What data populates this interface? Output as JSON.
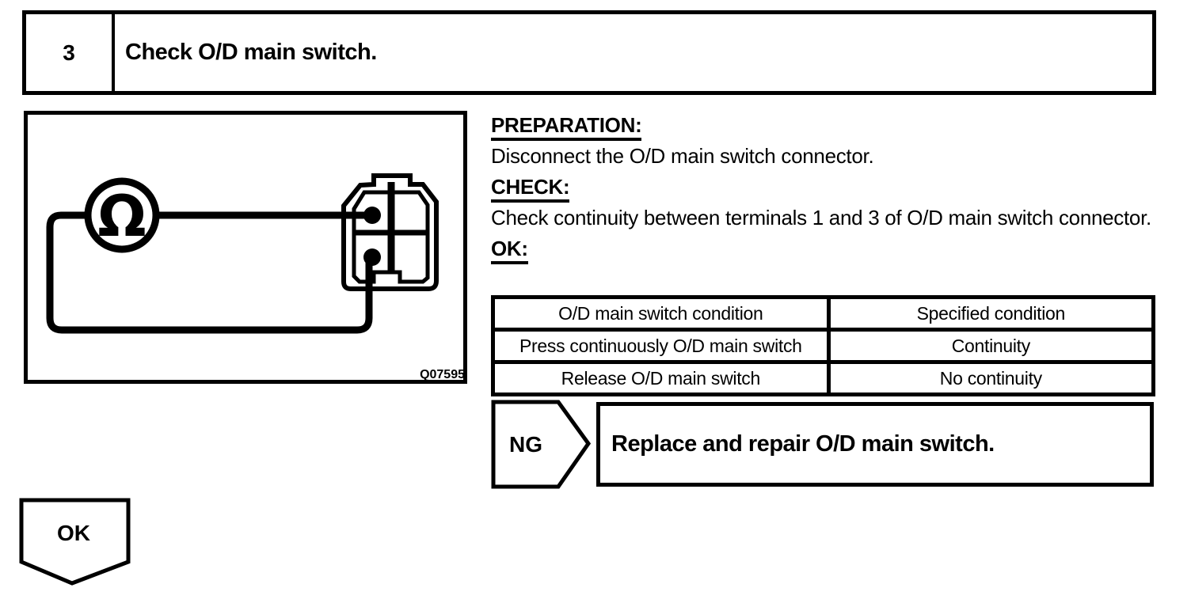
{
  "step": {
    "number": "3",
    "title": "Check O/D main switch."
  },
  "figure": {
    "ohm_symbol": "Ω",
    "code": "Q07595"
  },
  "instructions": {
    "preparation_label": "PREPARATION:",
    "preparation_text": "Disconnect the O/D main switch connector.",
    "check_label": "CHECK:",
    "check_text": "Check continuity between terminals 1 and 3 of O/D main switch connector.",
    "ok_label": "OK:"
  },
  "table": {
    "headers": [
      "O/D main switch condition",
      "Specified condition"
    ],
    "rows": [
      [
        "Press continuously O/D main switch",
        "Continuity"
      ],
      [
        "Release O/D main switch",
        "No continuity"
      ]
    ]
  },
  "ng": {
    "label": "NG",
    "action": "Replace and repair O/D main switch."
  },
  "ok_flow": {
    "label": "OK"
  },
  "colors": {
    "ink": "#000000",
    "paper": "#ffffff"
  }
}
